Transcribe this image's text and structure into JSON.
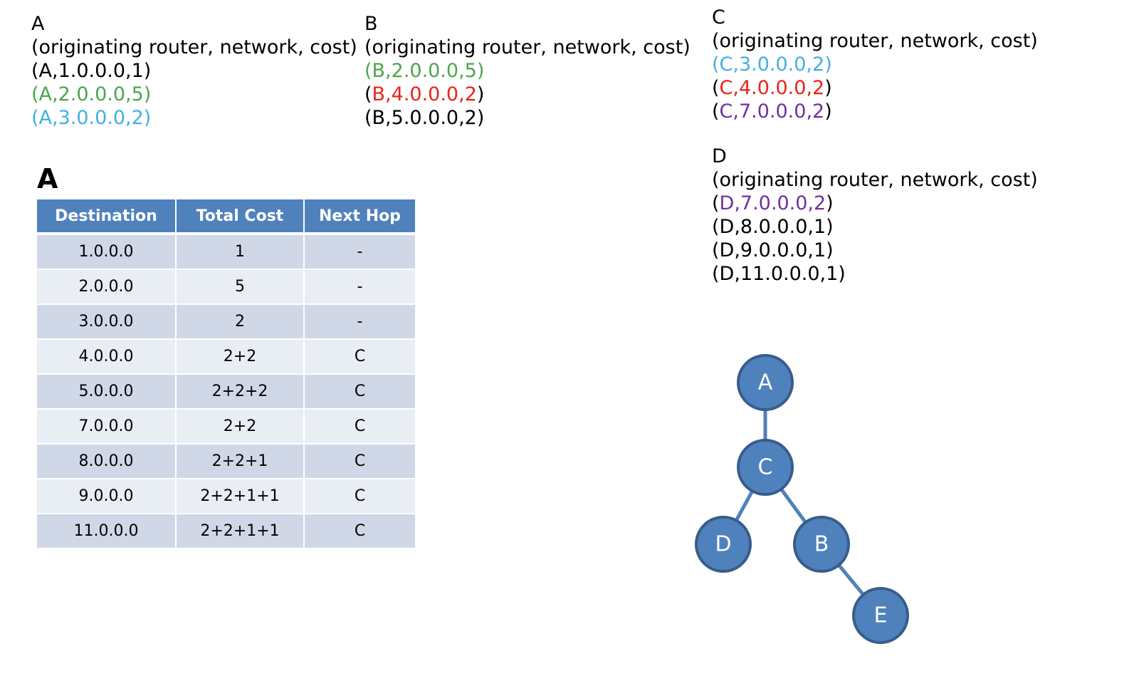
{
  "colors": {
    "green": "#4ca64c",
    "red": "#e8231c",
    "blue": "#41b0e4",
    "purple": "#7030a0",
    "black": "#000000",
    "header_bg": "#4f81bd",
    "row_odd": "#d0d8e8",
    "row_even": "#e9edf4",
    "node_fill": "#4f81bd",
    "node_stroke": "#385d8a"
  },
  "lsa": {
    "a": {
      "router": "A",
      "header": "(originating router, network, cost)",
      "entries": [
        {
          "text": "(A,1.0.0.0,1)",
          "color": "black"
        },
        {
          "text": "(A,2.0.0.0,5)",
          "color": "green"
        },
        {
          "text": "(A,3.0.0.0,2)",
          "color": "blue"
        }
      ]
    },
    "b": {
      "router": "B",
      "header": "(originating router, network, cost)",
      "entries": [
        {
          "text": "(B,2.0.0.0,5)",
          "color": "green"
        },
        {
          "text": "B,4.0.0.0,2",
          "prefix": "(",
          "suffix": ")",
          "color": "red"
        },
        {
          "text": "(B,5.0.0.0,2)",
          "color": "black"
        }
      ]
    },
    "c": {
      "router": "C",
      "header": "(originating router, network, cost)",
      "entries": [
        {
          "text": "(C,3.0.0.0,2)",
          "color": "blue"
        },
        {
          "text": "C,4.0.0.0,2",
          "prefix": "(",
          "suffix": ")",
          "color": "red"
        },
        {
          "text": "C,7.0.0.0,2",
          "prefix": "(",
          "suffix": ")",
          "color": "purple"
        }
      ]
    },
    "d": {
      "router": "D",
      "header": "(originating router, network, cost)",
      "entries": [
        {
          "text": "D,7.0.0.0,2",
          "prefix": "(",
          "suffix": ")",
          "color": "purple"
        },
        {
          "text": "(D,8.0.0.0,1)",
          "color": "black"
        },
        {
          "text": "(D,9.0.0.0,1)",
          "color": "black"
        },
        {
          "text": "(D,11.0.0.0,1)",
          "color": "black"
        }
      ]
    }
  },
  "routing_table": {
    "title": "A",
    "headers": [
      "Destination",
      "Total Cost",
      "Next Hop"
    ],
    "rows": [
      [
        "1.0.0.0",
        "1",
        "-"
      ],
      [
        "2.0.0.0",
        "5",
        "-"
      ],
      [
        "3.0.0.0",
        "2",
        "-"
      ],
      [
        "4.0.0.0",
        "2+2",
        "C"
      ],
      [
        "5.0.0.0",
        "2+2+2",
        "C"
      ],
      [
        "7.0.0.0",
        "2+2",
        "C"
      ],
      [
        "8.0.0.0",
        "2+2+1",
        "C"
      ],
      [
        "9.0.0.0",
        "2+2+1+1",
        "C"
      ],
      [
        "11.0.0.0",
        "2+2+1+1",
        "C"
      ]
    ]
  },
  "graph": {
    "nodes": [
      "A",
      "C",
      "D",
      "B",
      "E"
    ],
    "edges": [
      [
        "A",
        "C"
      ],
      [
        "C",
        "D"
      ],
      [
        "C",
        "B"
      ],
      [
        "B",
        "E"
      ]
    ]
  }
}
